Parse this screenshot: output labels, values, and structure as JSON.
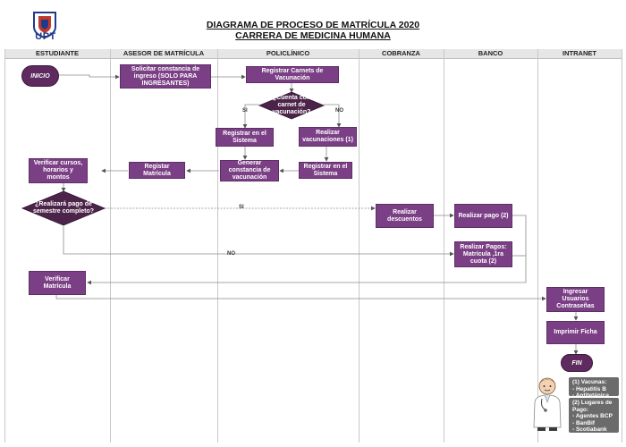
{
  "header": {
    "logo_text": "UPT",
    "title_line1": "DIAGRAMA DE PROCESO DE MATRÍCULA 2020",
    "title_line2": "CARRERA DE MEDICINA HUMANA"
  },
  "lanes": [
    "ESTUDIANTE",
    "ASESOR DE MATRÍCULA",
    "POLICLÍNICO",
    "COBRANZA",
    "BANCO",
    "INTRANET"
  ],
  "nodes": {
    "inicio": "INICIO",
    "solicitar": "Solicitar constancia de ingreso (SOLO PARA INGRESANTES)",
    "registrar_carnets": "Registrar Carnets de Vacunación",
    "cuenta_carnet": "¿Cuenta con carnet de vacunación?",
    "registrar_sistema_1": "Registrar en el Sistema",
    "realizar_vacunaciones": "Realizar vacunaciones (1)",
    "generar_constancia": "Generar constancia de vacunación",
    "registrar_sistema_2": "Registrar en el Sistema",
    "registar_matricula": "Registar Matrícula",
    "verificar_cursos": "Verificar cursos, horarios y montos",
    "pago_semestre": "¿Realizará pago de semestre completo?",
    "realizar_descuentos": "Realizar descuentos",
    "realizar_pago": "Realizar pago (2)",
    "realizar_pagos_cuota": "Realizar Pagos: Matrícula ,1ra cuota (2)",
    "verificar_matricula": "Verificar Matrícula",
    "ingresar_usuarios": "Ingresar Usuarios Contraseñas",
    "imprimir_ficha": "Imprimir Ficha",
    "fin": "FIN"
  },
  "edge_labels": {
    "si_1": "SI",
    "no_1": "NO",
    "si_2": "SI",
    "no_2": "NO"
  },
  "notes": {
    "vacunas_title": "(1) Vacunas:",
    "vacunas_1": "- Hepatitis B",
    "vacunas_2": "- Antitetánica",
    "pago_title": "(2) Lugares de Pago:",
    "pago_1": "- Agentes BCP",
    "pago_2": "- BanBif",
    "pago_3": "- Scotiabank"
  },
  "colors": {
    "box": "#7b3f85",
    "pill": "#5e2a5f",
    "diamond": "#4d2449",
    "note": "#6b6b6b",
    "lane_header": "#e6e6e6"
  }
}
